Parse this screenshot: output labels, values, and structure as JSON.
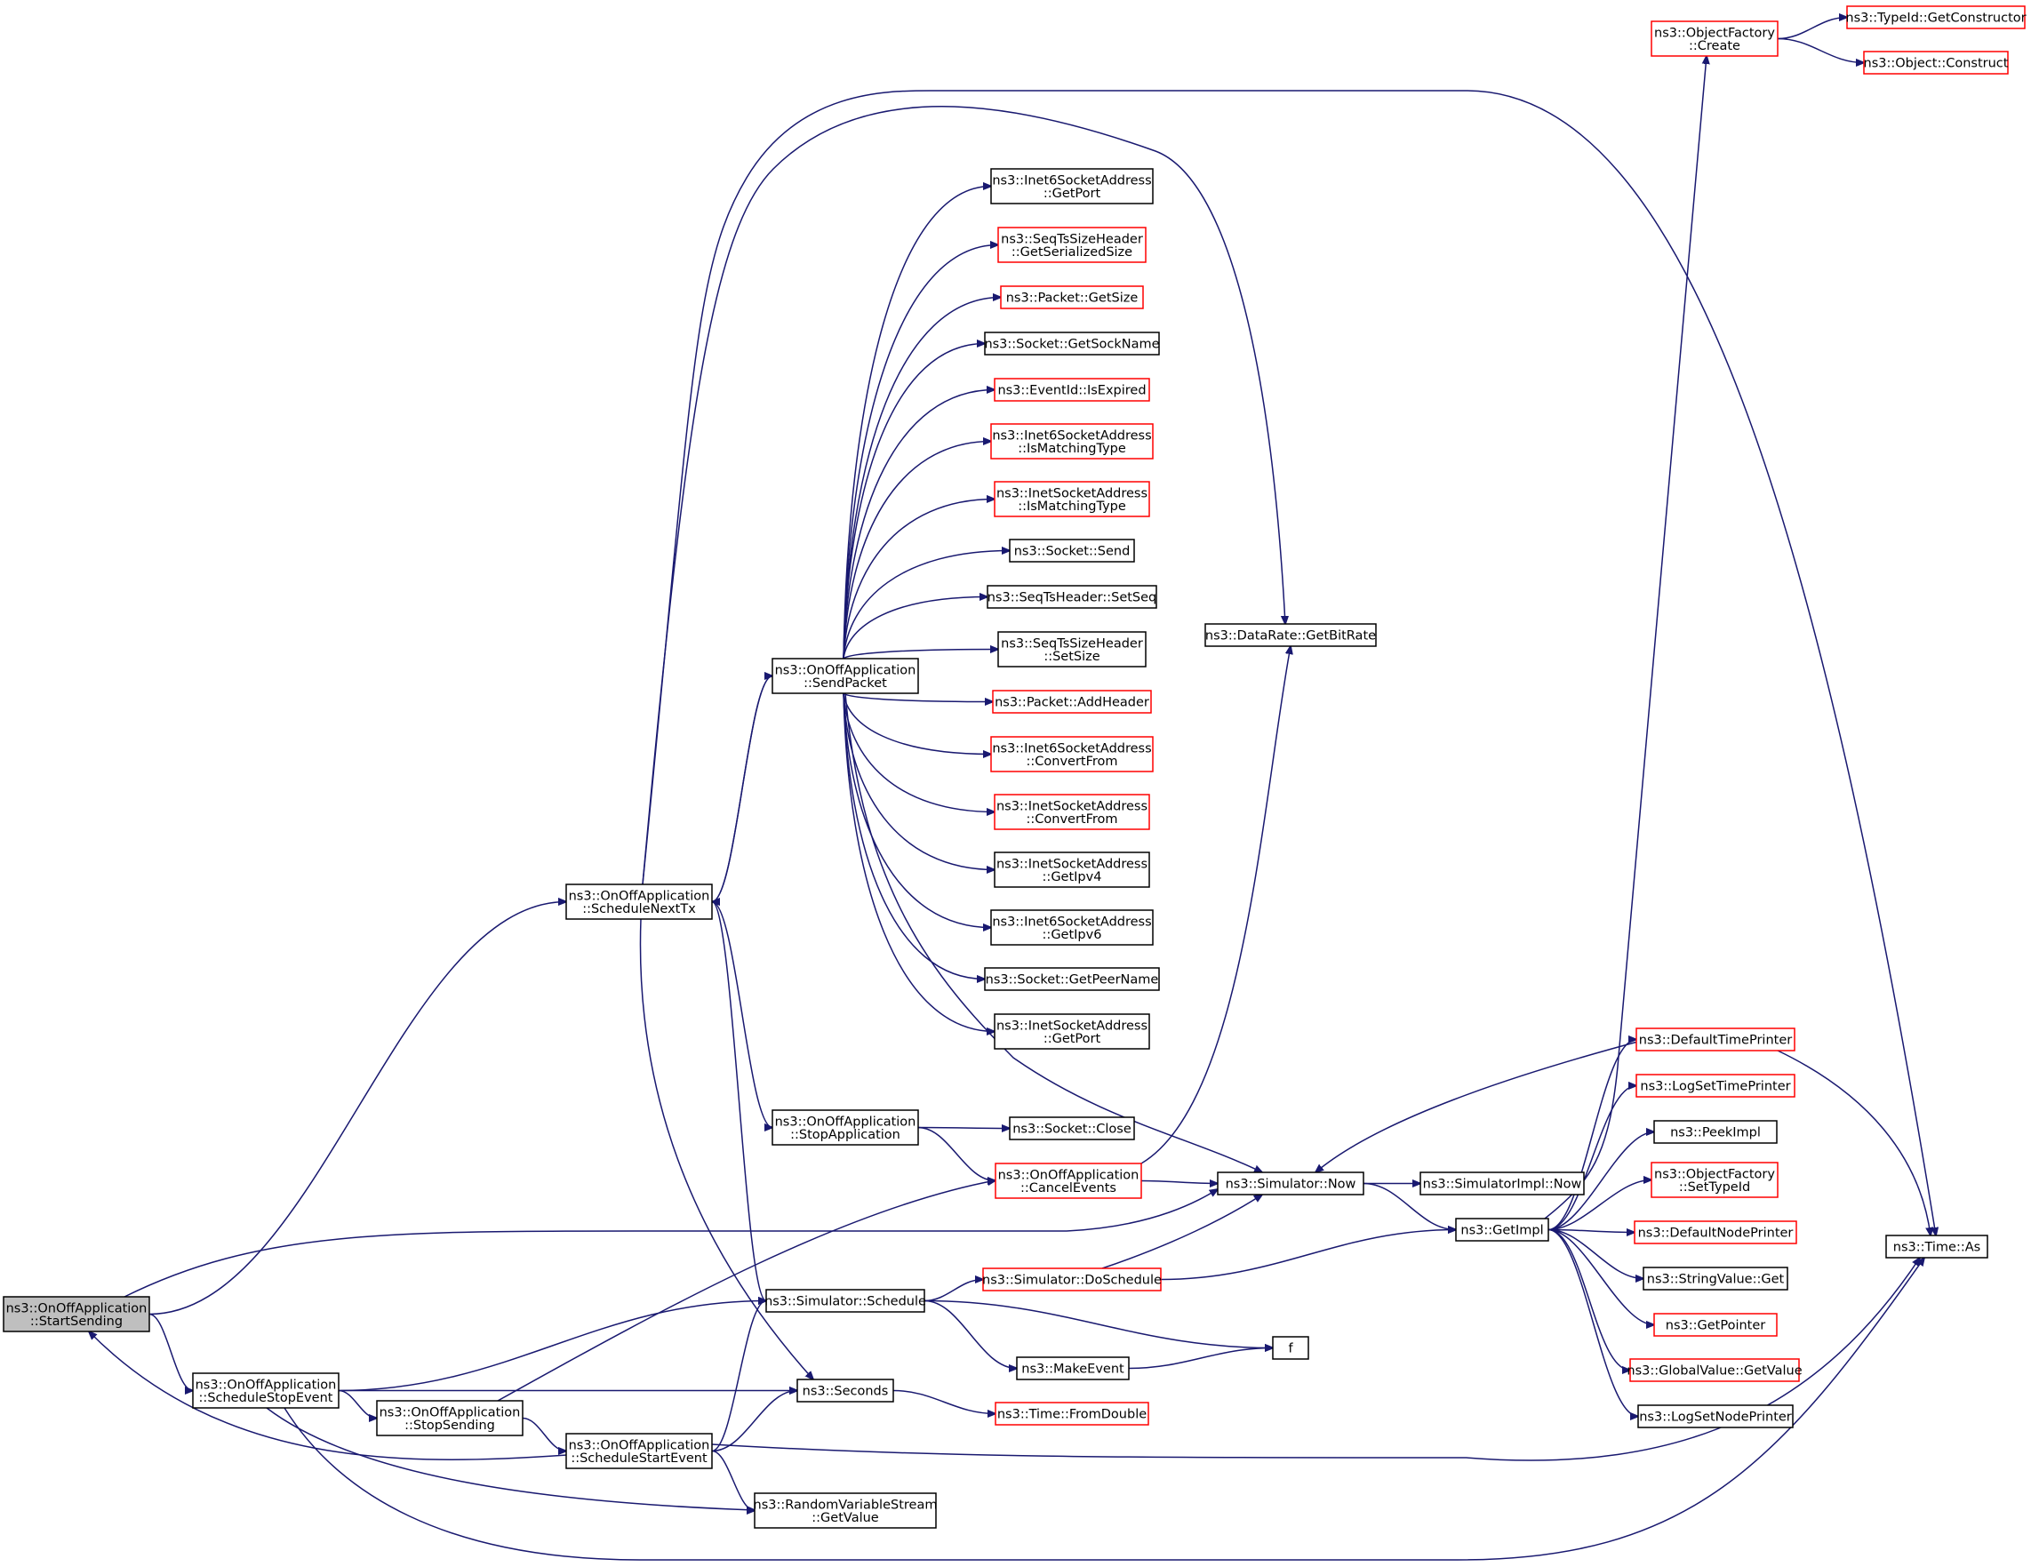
{
  "colors": {
    "edge": "#191970",
    "node_border_normal": "#000000",
    "node_border_external": "#ff0000",
    "node_focus_fill": "#bfbfbf",
    "node_fill": "#ffffff",
    "background": "#ffffff"
  },
  "nodes": {
    "start_sending": {
      "lines": [
        "ns3::OnOffApplication",
        "::StartSending"
      ],
      "style": "focus"
    },
    "schedule_next_tx": {
      "lines": [
        "ns3::OnOffApplication",
        "::ScheduleNextTx"
      ],
      "style": "normal"
    },
    "schedule_stop_event": {
      "lines": [
        "ns3::OnOffApplication",
        "::ScheduleStopEvent"
      ],
      "style": "normal"
    },
    "stop_sending": {
      "lines": [
        "ns3::OnOffApplication",
        "::StopSending"
      ],
      "style": "normal"
    },
    "schedule_start_event": {
      "lines": [
        "ns3::OnOffApplication",
        "::ScheduleStartEvent"
      ],
      "style": "normal"
    },
    "send_packet": {
      "lines": [
        "ns3::OnOffApplication",
        "::SendPacket"
      ],
      "style": "normal"
    },
    "stop_application": {
      "lines": [
        "ns3::OnOffApplication",
        "::StopApplication"
      ],
      "style": "normal"
    },
    "cancel_events": {
      "lines": [
        "ns3::OnOffApplication",
        "::CancelEvents"
      ],
      "style": "external"
    },
    "simulator_schedule": {
      "lines": [
        "ns3::Simulator::Schedule"
      ],
      "style": "normal"
    },
    "seconds": {
      "lines": [
        "ns3::Seconds"
      ],
      "style": "normal"
    },
    "rvs_get_value": {
      "lines": [
        "ns3::RandomVariableStream",
        "::GetValue"
      ],
      "style": "normal"
    },
    "inet6_get_port": {
      "lines": [
        "ns3::Inet6SocketAddress",
        "::GetPort"
      ],
      "style": "normal"
    },
    "seqts_get_serialized": {
      "lines": [
        "ns3::SeqTsSizeHeader",
        "::GetSerializedSize"
      ],
      "style": "external"
    },
    "packet_get_size": {
      "lines": [
        "ns3::Packet::GetSize"
      ],
      "style": "external"
    },
    "socket_get_sock_name": {
      "lines": [
        "ns3::Socket::GetSockName"
      ],
      "style": "normal"
    },
    "eventid_is_expired": {
      "lines": [
        "ns3::EventId::IsExpired"
      ],
      "style": "external"
    },
    "inet6_is_matching": {
      "lines": [
        "ns3::Inet6SocketAddress",
        "::IsMatchingType"
      ],
      "style": "external"
    },
    "inet_is_matching": {
      "lines": [
        "ns3::InetSocketAddress",
        "::IsMatchingType"
      ],
      "style": "external"
    },
    "socket_send": {
      "lines": [
        "ns3::Socket::Send"
      ],
      "style": "normal"
    },
    "seqts_set_seq": {
      "lines": [
        "ns3::SeqTsHeader::SetSeq"
      ],
      "style": "normal"
    },
    "seqts_set_size": {
      "lines": [
        "ns3::SeqTsSizeHeader",
        "::SetSize"
      ],
      "style": "normal"
    },
    "packet_add_header": {
      "lines": [
        "ns3::Packet::AddHeader"
      ],
      "style": "external"
    },
    "inet6_convert_from": {
      "lines": [
        "ns3::Inet6SocketAddress",
        "::ConvertFrom"
      ],
      "style": "external"
    },
    "inet_convert_from": {
      "lines": [
        "ns3::InetSocketAddress",
        "::ConvertFrom"
      ],
      "style": "external"
    },
    "inet_get_ipv4": {
      "lines": [
        "ns3::InetSocketAddress",
        "::GetIpv4"
      ],
      "style": "normal"
    },
    "inet6_get_ipv6": {
      "lines": [
        "ns3::Inet6SocketAddress",
        "::GetIpv6"
      ],
      "style": "normal"
    },
    "socket_get_peer_name": {
      "lines": [
        "ns3::Socket::GetPeerName"
      ],
      "style": "normal"
    },
    "inet_get_port": {
      "lines": [
        "ns3::InetSocketAddress",
        "::GetPort"
      ],
      "style": "normal"
    },
    "socket_close": {
      "lines": [
        "ns3::Socket::Close"
      ],
      "style": "normal"
    },
    "datarate_get_bitrate": {
      "lines": [
        "ns3::DataRate::GetBitRate"
      ],
      "style": "normal"
    },
    "simulator_now": {
      "lines": [
        "ns3::Simulator::Now"
      ],
      "style": "normal"
    },
    "simulatorimpl_now": {
      "lines": [
        "ns3::SimulatorImpl::Now"
      ],
      "style": "normal"
    },
    "get_impl": {
      "lines": [
        "ns3::GetImpl"
      ],
      "style": "normal"
    },
    "simulator_do_schedule": {
      "lines": [
        "ns3::Simulator::DoSchedule"
      ],
      "style": "external"
    },
    "f": {
      "lines": [
        "f"
      ],
      "style": "normal"
    },
    "make_event": {
      "lines": [
        "ns3::MakeEvent"
      ],
      "style": "normal"
    },
    "time_from_double": {
      "lines": [
        "ns3::Time::FromDouble"
      ],
      "style": "external"
    },
    "object_factory_create": {
      "lines": [
        "ns3::ObjectFactory",
        "::Create"
      ],
      "style": "external"
    },
    "typeid_get_constructor": {
      "lines": [
        "ns3::TypeId::GetConstructor"
      ],
      "style": "external"
    },
    "object_construct": {
      "lines": [
        "ns3::Object::Construct"
      ],
      "style": "external"
    },
    "default_time_printer": {
      "lines": [
        "ns3::DefaultTimePrinter"
      ],
      "style": "external"
    },
    "log_set_time_printer": {
      "lines": [
        "ns3::LogSetTimePrinter"
      ],
      "style": "external"
    },
    "peek_impl": {
      "lines": [
        "ns3::PeekImpl"
      ],
      "style": "normal"
    },
    "object_factory_set_typeid": {
      "lines": [
        "ns3::ObjectFactory",
        "::SetTypeId"
      ],
      "style": "external"
    },
    "default_node_printer": {
      "lines": [
        "ns3::DefaultNodePrinter"
      ],
      "style": "external"
    },
    "string_value_get": {
      "lines": [
        "ns3::StringValue::Get"
      ],
      "style": "normal"
    },
    "get_pointer": {
      "lines": [
        "ns3::GetPointer"
      ],
      "style": "external"
    },
    "global_value_get_value": {
      "lines": [
        "ns3::GlobalValue::GetValue"
      ],
      "style": "external"
    },
    "log_set_node_printer": {
      "lines": [
        "ns3::LogSetNodePrinter"
      ],
      "style": "normal"
    },
    "time_as": {
      "lines": [
        "ns3::Time::As"
      ],
      "style": "normal"
    }
  },
  "edges": [
    [
      "start_sending",
      "schedule_next_tx"
    ],
    [
      "start_sending",
      "schedule_stop_event"
    ],
    [
      "start_sending",
      "simulator_now"
    ],
    [
      "schedule_next_tx",
      "send_packet"
    ],
    [
      "schedule_next_tx",
      "stop_application"
    ],
    [
      "schedule_next_tx",
      "simulator_schedule"
    ],
    [
      "schedule_next_tx",
      "seconds"
    ],
    [
      "schedule_next_tx",
      "datarate_get_bitrate"
    ],
    [
      "schedule_next_tx",
      "time_as"
    ],
    [
      "send_packet",
      "schedule_next_tx"
    ],
    [
      "send_packet",
      "inet6_get_port"
    ],
    [
      "send_packet",
      "seqts_get_serialized"
    ],
    [
      "send_packet",
      "packet_get_size"
    ],
    [
      "send_packet",
      "socket_get_sock_name"
    ],
    [
      "send_packet",
      "eventid_is_expired"
    ],
    [
      "send_packet",
      "inet6_is_matching"
    ],
    [
      "send_packet",
      "inet_is_matching"
    ],
    [
      "send_packet",
      "socket_send"
    ],
    [
      "send_packet",
      "seqts_set_seq"
    ],
    [
      "send_packet",
      "seqts_set_size"
    ],
    [
      "send_packet",
      "packet_add_header"
    ],
    [
      "send_packet",
      "inet6_convert_from"
    ],
    [
      "send_packet",
      "inet_convert_from"
    ],
    [
      "send_packet",
      "inet_get_ipv4"
    ],
    [
      "send_packet",
      "inet6_get_ipv6"
    ],
    [
      "send_packet",
      "socket_get_peer_name"
    ],
    [
      "send_packet",
      "inet_get_port"
    ],
    [
      "send_packet",
      "simulator_now"
    ],
    [
      "stop_application",
      "socket_close"
    ],
    [
      "stop_application",
      "cancel_events"
    ],
    [
      "cancel_events",
      "simulator_now"
    ],
    [
      "cancel_events",
      "datarate_get_bitrate"
    ],
    [
      "schedule_stop_event",
      "stop_sending"
    ],
    [
      "schedule_stop_event",
      "simulator_schedule"
    ],
    [
      "schedule_stop_event",
      "seconds"
    ],
    [
      "schedule_stop_event",
      "rvs_get_value"
    ],
    [
      "schedule_stop_event",
      "time_as"
    ],
    [
      "stop_sending",
      "cancel_events"
    ],
    [
      "stop_sending",
      "schedule_start_event"
    ],
    [
      "schedule_start_event",
      "start_sending"
    ],
    [
      "schedule_start_event",
      "simulator_schedule"
    ],
    [
      "schedule_start_event",
      "seconds"
    ],
    [
      "schedule_start_event",
      "rvs_get_value"
    ],
    [
      "schedule_start_event",
      "time_as"
    ],
    [
      "simulator_schedule",
      "simulator_do_schedule"
    ],
    [
      "simulator_schedule",
      "make_event"
    ],
    [
      "simulator_schedule",
      "f"
    ],
    [
      "make_event",
      "f"
    ],
    [
      "seconds",
      "time_from_double"
    ],
    [
      "simulator_do_schedule",
      "simulator_now"
    ],
    [
      "simulator_do_schedule",
      "get_impl"
    ],
    [
      "simulator_now",
      "simulatorimpl_now"
    ],
    [
      "simulator_now",
      "get_impl"
    ],
    [
      "get_impl",
      "object_factory_create"
    ],
    [
      "get_impl",
      "default_time_printer"
    ],
    [
      "get_impl",
      "log_set_time_printer"
    ],
    [
      "get_impl",
      "peek_impl"
    ],
    [
      "get_impl",
      "object_factory_set_typeid"
    ],
    [
      "get_impl",
      "default_node_printer"
    ],
    [
      "get_impl",
      "string_value_get"
    ],
    [
      "get_impl",
      "get_pointer"
    ],
    [
      "get_impl",
      "global_value_get_value"
    ],
    [
      "get_impl",
      "log_set_node_printer"
    ],
    [
      "object_factory_create",
      "typeid_get_constructor"
    ],
    [
      "object_factory_create",
      "object_construct"
    ],
    [
      "default_time_printer",
      "simulator_now"
    ],
    [
      "default_time_printer",
      "time_as"
    ]
  ]
}
